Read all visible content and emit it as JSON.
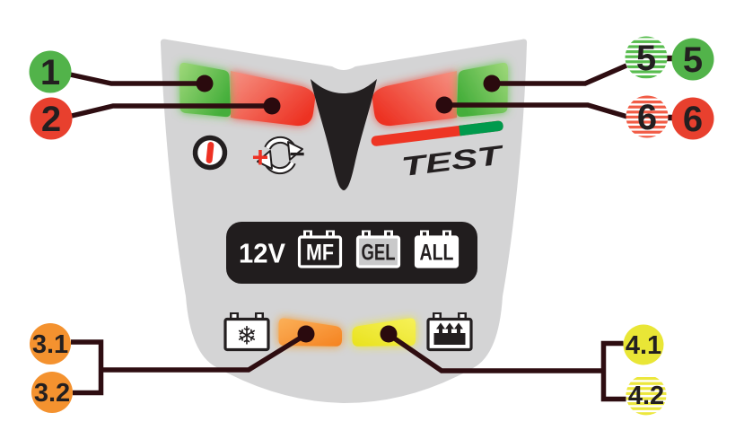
{
  "device": {
    "name": "battery-charger-led-panel",
    "panel_color": "#d4d4d5",
    "line_color": "#2e0d11"
  },
  "panel": {
    "test_label": "TEST",
    "voltage_label": "12V",
    "battery_types": [
      "MF",
      "GEL",
      "ALL"
    ],
    "recharge_plus": "+",
    "recharge_minus": "−",
    "snowflake_glyph": "❄"
  },
  "icons": {
    "power_icon": "circle-with-red-bar",
    "recharge_icon": "circular-arrows-plus-minus",
    "center_arrow_icon": "black-chevron-pointer",
    "cold_battery_icon": "battery-with-snowflake",
    "charging_battery_icon": "battery-with-up-arrows"
  },
  "leds": {
    "left_green": "#44ae3a",
    "left_red": "#ee3324",
    "right_red": "#ee3324",
    "right_green": "#44ae3a",
    "test_bar_red": "#ee3524",
    "test_bar_green": "#009a4d",
    "orange": "#f58220",
    "yellow": "#e9e21d"
  },
  "callouts": {
    "c1": {
      "label": "1",
      "color": "#52b34a",
      "style": "solid"
    },
    "c2": {
      "label": "2",
      "color": "#e8402e",
      "style": "solid"
    },
    "c3_1": {
      "label": "3.1",
      "color": "#f4922f",
      "style": "solid"
    },
    "c3_2": {
      "label": "3.2",
      "color": "#f4922f",
      "style": "solid"
    },
    "c4_1": {
      "label": "4.1",
      "color": "#e9e636",
      "style": "solid"
    },
    "c4_2": {
      "label": "4.2",
      "color": "#ece73c",
      "style": "striped"
    },
    "c5_blinking": {
      "label": "5",
      "color": "#57bc4e",
      "style": "striped"
    },
    "c5_steady": {
      "label": "5",
      "color": "#52b34a",
      "style": "solid"
    },
    "c6_blinking": {
      "label": "6",
      "color": "#f15b45",
      "style": "striped"
    },
    "c6_steady": {
      "label": "6",
      "color": "#e8402e",
      "style": "solid"
    }
  }
}
